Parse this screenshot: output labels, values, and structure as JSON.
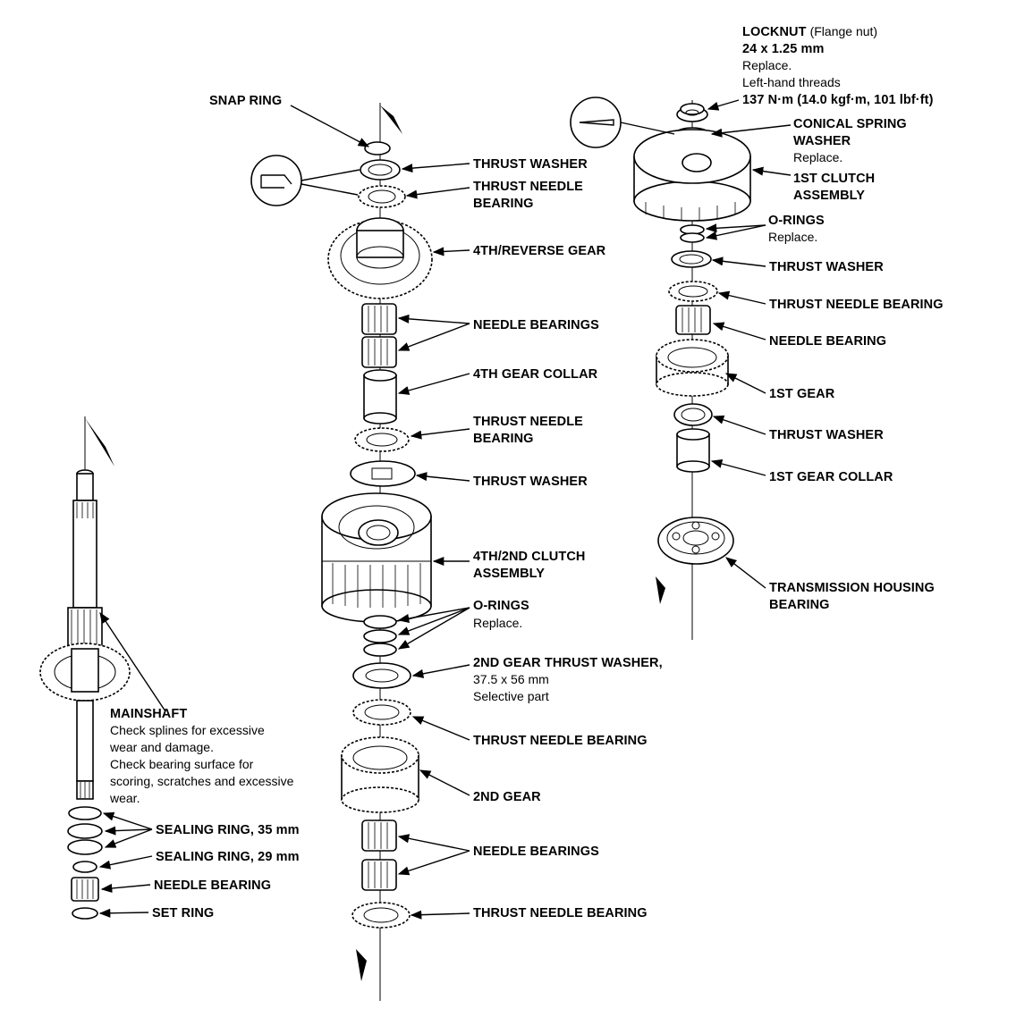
{
  "labels": {
    "locknut_title": "LOCKNUT",
    "locknut_type": "(Flange nut)",
    "locknut_size": "24 x 1.25 mm",
    "locknut_replace": "Replace.",
    "locknut_threads": "Left-hand threads",
    "locknut_torque": "137 N·m (14.0 kgf·m, 101 lbf·ft)",
    "conical_1": "CONICAL SPRING",
    "conical_2": "WASHER",
    "conical_replace": "Replace.",
    "clutch1_1": "1ST CLUTCH",
    "clutch1_2": "ASSEMBLY",
    "orings_r": "O-RINGS",
    "orings_r_replace": "Replace.",
    "thrust_washer_r1": "THRUST WASHER",
    "thrust_needle_r": "THRUST NEEDLE BEARING",
    "needle_bearing_r": "NEEDLE BEARING",
    "first_gear": "1ST GEAR",
    "thrust_washer_r2": "THRUST WASHER",
    "first_collar": "1ST GEAR COLLAR",
    "housing_1": "TRANSMISSION HOUSING",
    "housing_2": "BEARING",
    "snap_ring": "SNAP RING",
    "thrust_washer_c1": "THRUST WASHER",
    "thrust_needle_c1a": "THRUST NEEDLE",
    "thrust_needle_c1b": "BEARING",
    "rev_gear": "4TH/REVERSE GEAR",
    "needle_bearings_c1": "NEEDLE BEARINGS",
    "collar_4th": "4TH GEAR COLLAR",
    "thrust_needle_c2a": "THRUST NEEDLE",
    "thrust_needle_c2b": "BEARING",
    "thrust_washer_c2": "THRUST WASHER",
    "clutch42_1": "4TH/2ND CLUTCH",
    "clutch42_2": "ASSEMBLY",
    "orings_c": "O-RINGS",
    "orings_c_replace": "Replace.",
    "gear2_washer": "2ND GEAR THRUST WASHER,",
    "gear2_washer_size": "37.5 x 56 mm",
    "gear2_washer_sel": "Selective part",
    "thrust_needle_c3": "THRUST NEEDLE BEARING",
    "second_gear": "2ND GEAR",
    "needle_bearings_c2": "NEEDLE BEARINGS",
    "thrust_needle_c4": "THRUST NEEDLE BEARING",
    "mainshaft": "MAINSHAFT",
    "mainshaft_n1": "Check splines for excessive",
    "mainshaft_n2": "wear and damage.",
    "mainshaft_n3": "Check bearing surface for",
    "mainshaft_n4": "scoring, scratches and excessive",
    "mainshaft_n5": "wear.",
    "sealing_35": "SEALING RING, 35 mm",
    "sealing_29": "SEALING RING, 29 mm",
    "needle_bearing_l": "NEEDLE BEARING",
    "set_ring": "SET RING"
  }
}
